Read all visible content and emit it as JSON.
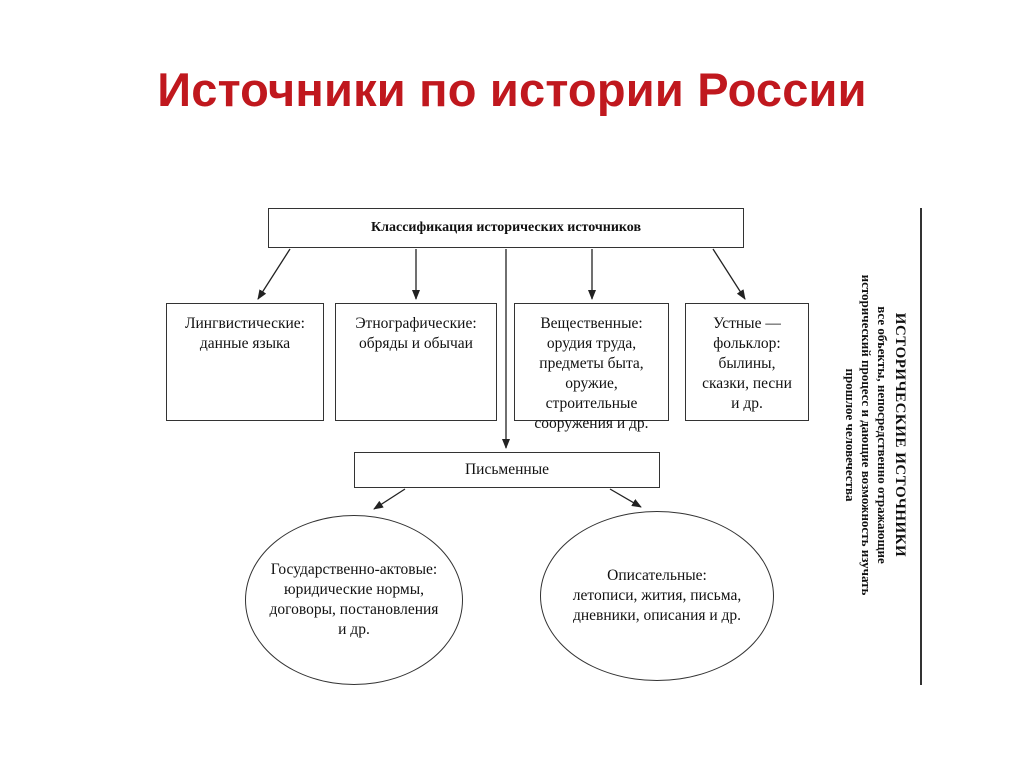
{
  "slide": {
    "title": "Источники по истории России"
  },
  "diagram": {
    "root": "Классификация исторических источников",
    "categories": [
      {
        "text": "Лингвистические:\nданные языка"
      },
      {
        "text": "Этнографические:\nобряды и обычаи"
      },
      {
        "text": "Вещественные:\nорудия труда,\nпредметы быта,\nоружие,\nстроительные\nсооружения и др."
      },
      {
        "text": "Устные —\nфольклор:\nбылины,\nсказки, песни\nи др."
      }
    ],
    "written": "Письменные",
    "written_types": [
      {
        "text": "Государственно-актовые:\nюридические нормы,\nдоговоры, постановления\nи др."
      },
      {
        "text": "Описательные:\nлетописи, жития, письма,\nдневники, описания и др."
      }
    ],
    "side_heading": "ИСТОРИЧЕСКИЕ ИСТОЧНИКИ",
    "side_description": "все объекты, непосредственно отражающие исторический процесс и дающие возможность изучать прошлое человечества"
  }
}
